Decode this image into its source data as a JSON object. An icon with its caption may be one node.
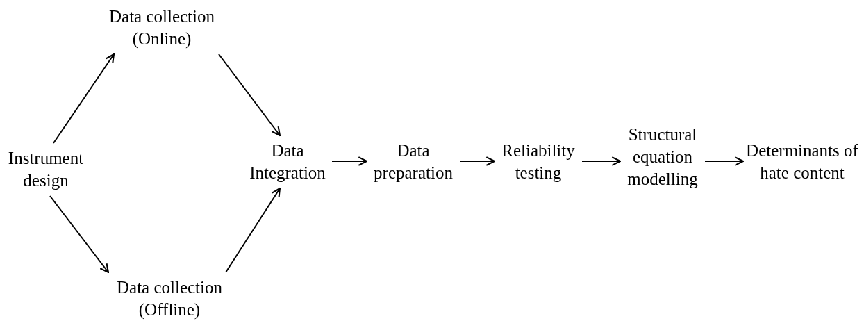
{
  "diagram": {
    "nodes": [
      {
        "text": [
          "Instrument design"
        ]
      },
      {
        "text": [
          "Data collection (Online)"
        ]
      },
      {
        "text": [
          "Data collection (Offline)"
        ]
      },
      {
        "text": [
          "Data Integration"
        ]
      },
      {
        "text": [
          "Data preparation"
        ]
      },
      {
        "text": [
          "Reliability testing"
        ]
      },
      {
        "text": [
          "Structural equation modelling"
        ]
      },
      {
        "text": [
          "Determinants of hate content"
        ]
      }
    ],
    "edges": [
      {
        "from": 0,
        "to": 1,
        "arrow": "to"
      },
      {
        "from": 0,
        "to": 2,
        "arrow": "to"
      },
      {
        "from": 1,
        "to": 3,
        "arrow": "to"
      },
      {
        "from": 2,
        "to": 3,
        "arrow": "to"
      },
      {
        "from": 3,
        "to": 4,
        "arrow": "to"
      },
      {
        "from": 4,
        "to": 5,
        "arrow": "to"
      },
      {
        "from": 5,
        "to": 6,
        "arrow": "to"
      },
      {
        "from": 6,
        "to": 7,
        "arrow": "to"
      }
    ]
  }
}
